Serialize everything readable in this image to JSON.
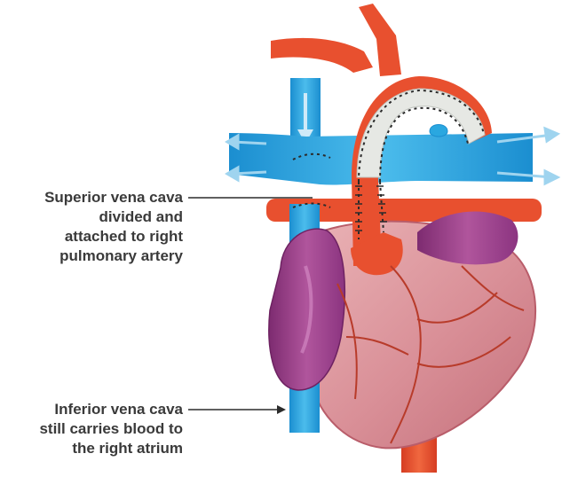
{
  "labels": {
    "superior_vena_cava": {
      "lines": [
        "Superior vena cava",
        "divided and",
        "attached to right",
        "pulmonary artery"
      ]
    },
    "inferior_vena_cava": {
      "lines": [
        "Inferior vena cava",
        "still carries blood to",
        "the right atrium"
      ]
    }
  },
  "colors": {
    "vein_blue": "#2aa7e0",
    "artery_red": "#e8502f",
    "heart_pink": "#d98f97",
    "atrium_purple": "#9c3f8a",
    "graft_grey": "#e6e8e4",
    "suture": "#2b2b2b",
    "flow_arrow": "#9fd4ef",
    "label_text": "#3a3a3a"
  }
}
